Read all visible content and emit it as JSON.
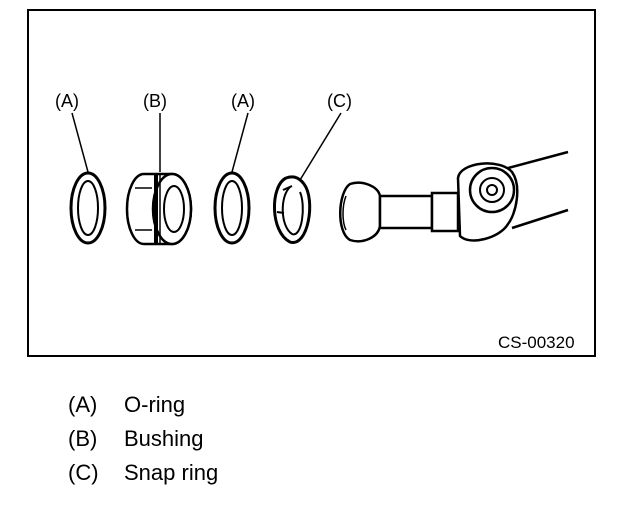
{
  "figure": {
    "code": "CS-00320",
    "callouts": [
      {
        "key": "(A)"
      },
      {
        "key": "(B)"
      },
      {
        "key": "(A)"
      },
      {
        "key": "(C)"
      }
    ]
  },
  "legend": [
    {
      "key": "(A)",
      "label": "O-ring"
    },
    {
      "key": "(B)",
      "label": "Bushing"
    },
    {
      "key": "(C)",
      "label": "Snap ring"
    }
  ]
}
